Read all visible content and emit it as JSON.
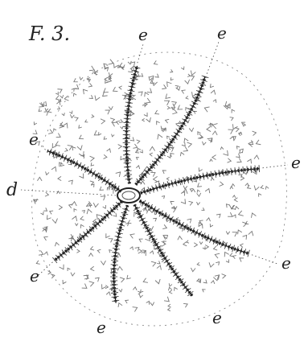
{
  "figure": {
    "title": "F. 3.",
    "labels": {
      "e": "e",
      "d": "d"
    },
    "colors": {
      "ink": "#222222",
      "light_ink": "#6a6a6a",
      "paper": "#ffffff"
    }
  }
}
